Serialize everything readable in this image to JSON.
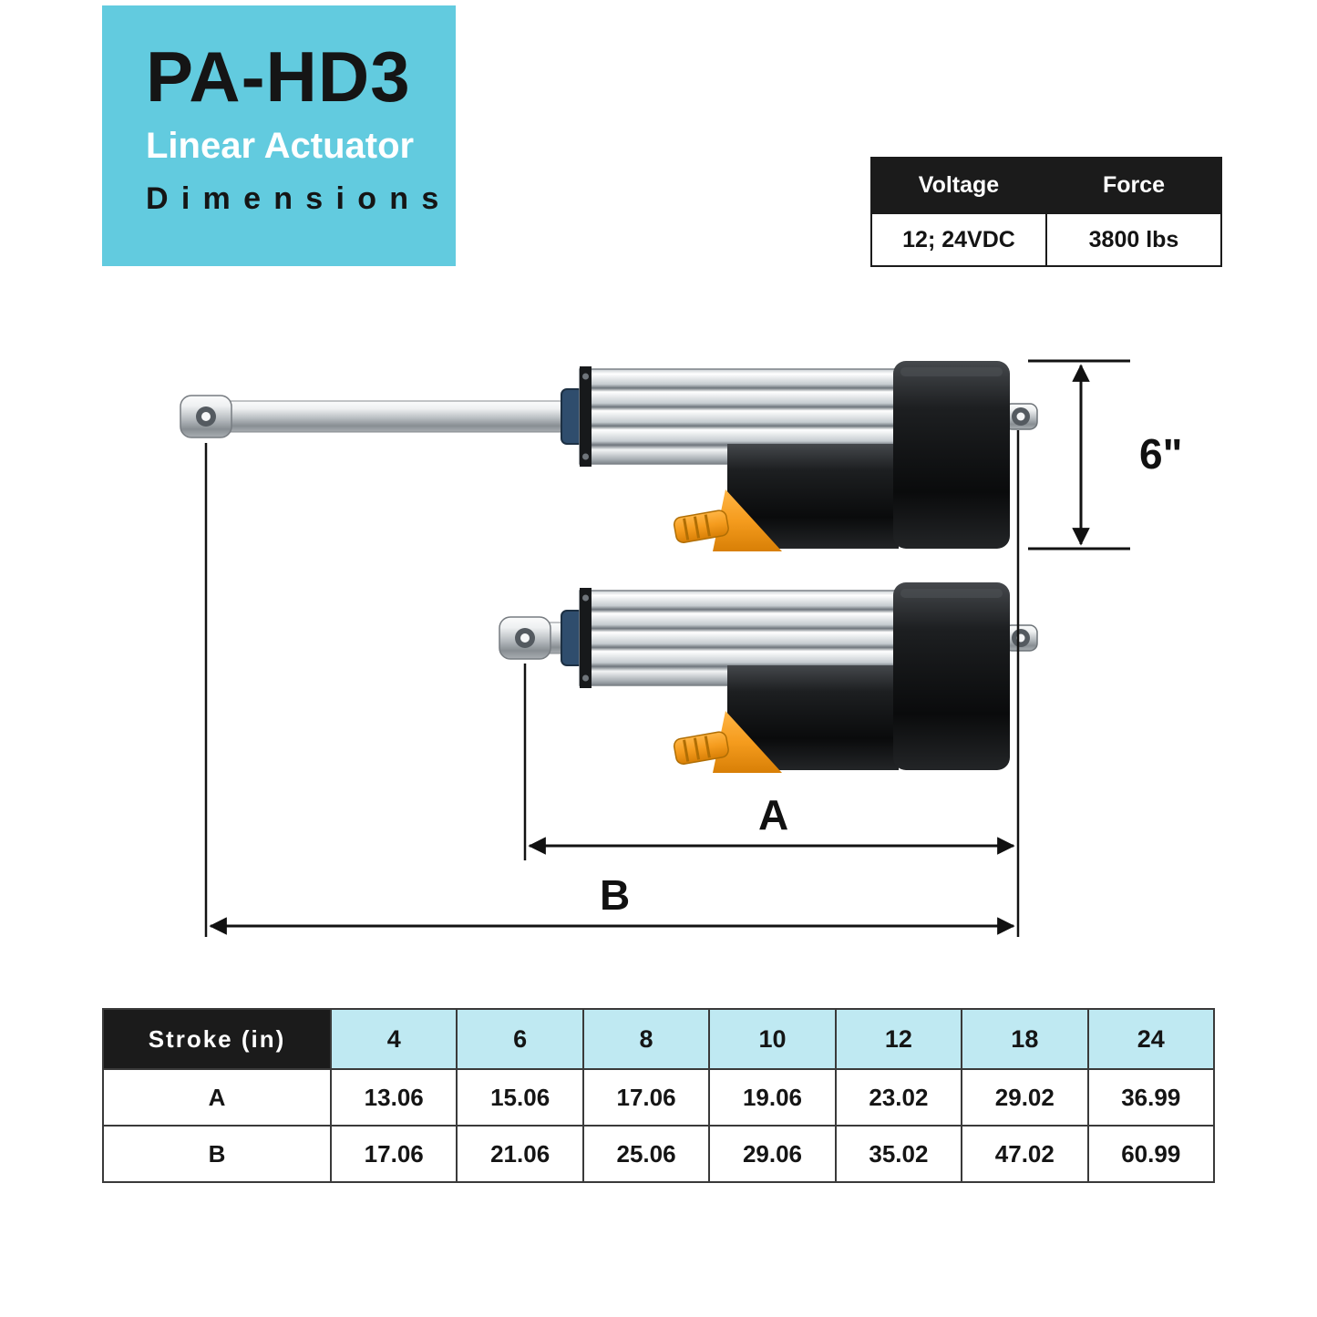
{
  "colors": {
    "accent_teal": "#62cbdf",
    "table_cyan": "#bfe9f2",
    "header_black": "#1b1b1b",
    "accent_orange": "#f59c1e"
  },
  "title_box": {
    "model": "PA-HD3",
    "line1": "Linear Actuator",
    "line2": "Dimensions"
  },
  "spec_table": {
    "headers": [
      "Voltage",
      "Force"
    ],
    "values": [
      "12; 24VDC",
      "3800 lbs"
    ]
  },
  "diagram": {
    "height_dim_label": "6\"",
    "dim_a_label": "A",
    "dim_b_label": "B"
  },
  "stroke_table": {
    "corner_label": "Stroke (in)",
    "stroke_columns": [
      "4",
      "6",
      "8",
      "10",
      "12",
      "18",
      "24"
    ],
    "rows": [
      {
        "label": "A",
        "values": [
          "13.06",
          "15.06",
          "17.06",
          "19.06",
          "23.02",
          "29.02",
          "36.99"
        ]
      },
      {
        "label": "B",
        "values": [
          "17.06",
          "21.06",
          "25.06",
          "29.06",
          "35.02",
          "47.02",
          "60.99"
        ]
      }
    ]
  }
}
